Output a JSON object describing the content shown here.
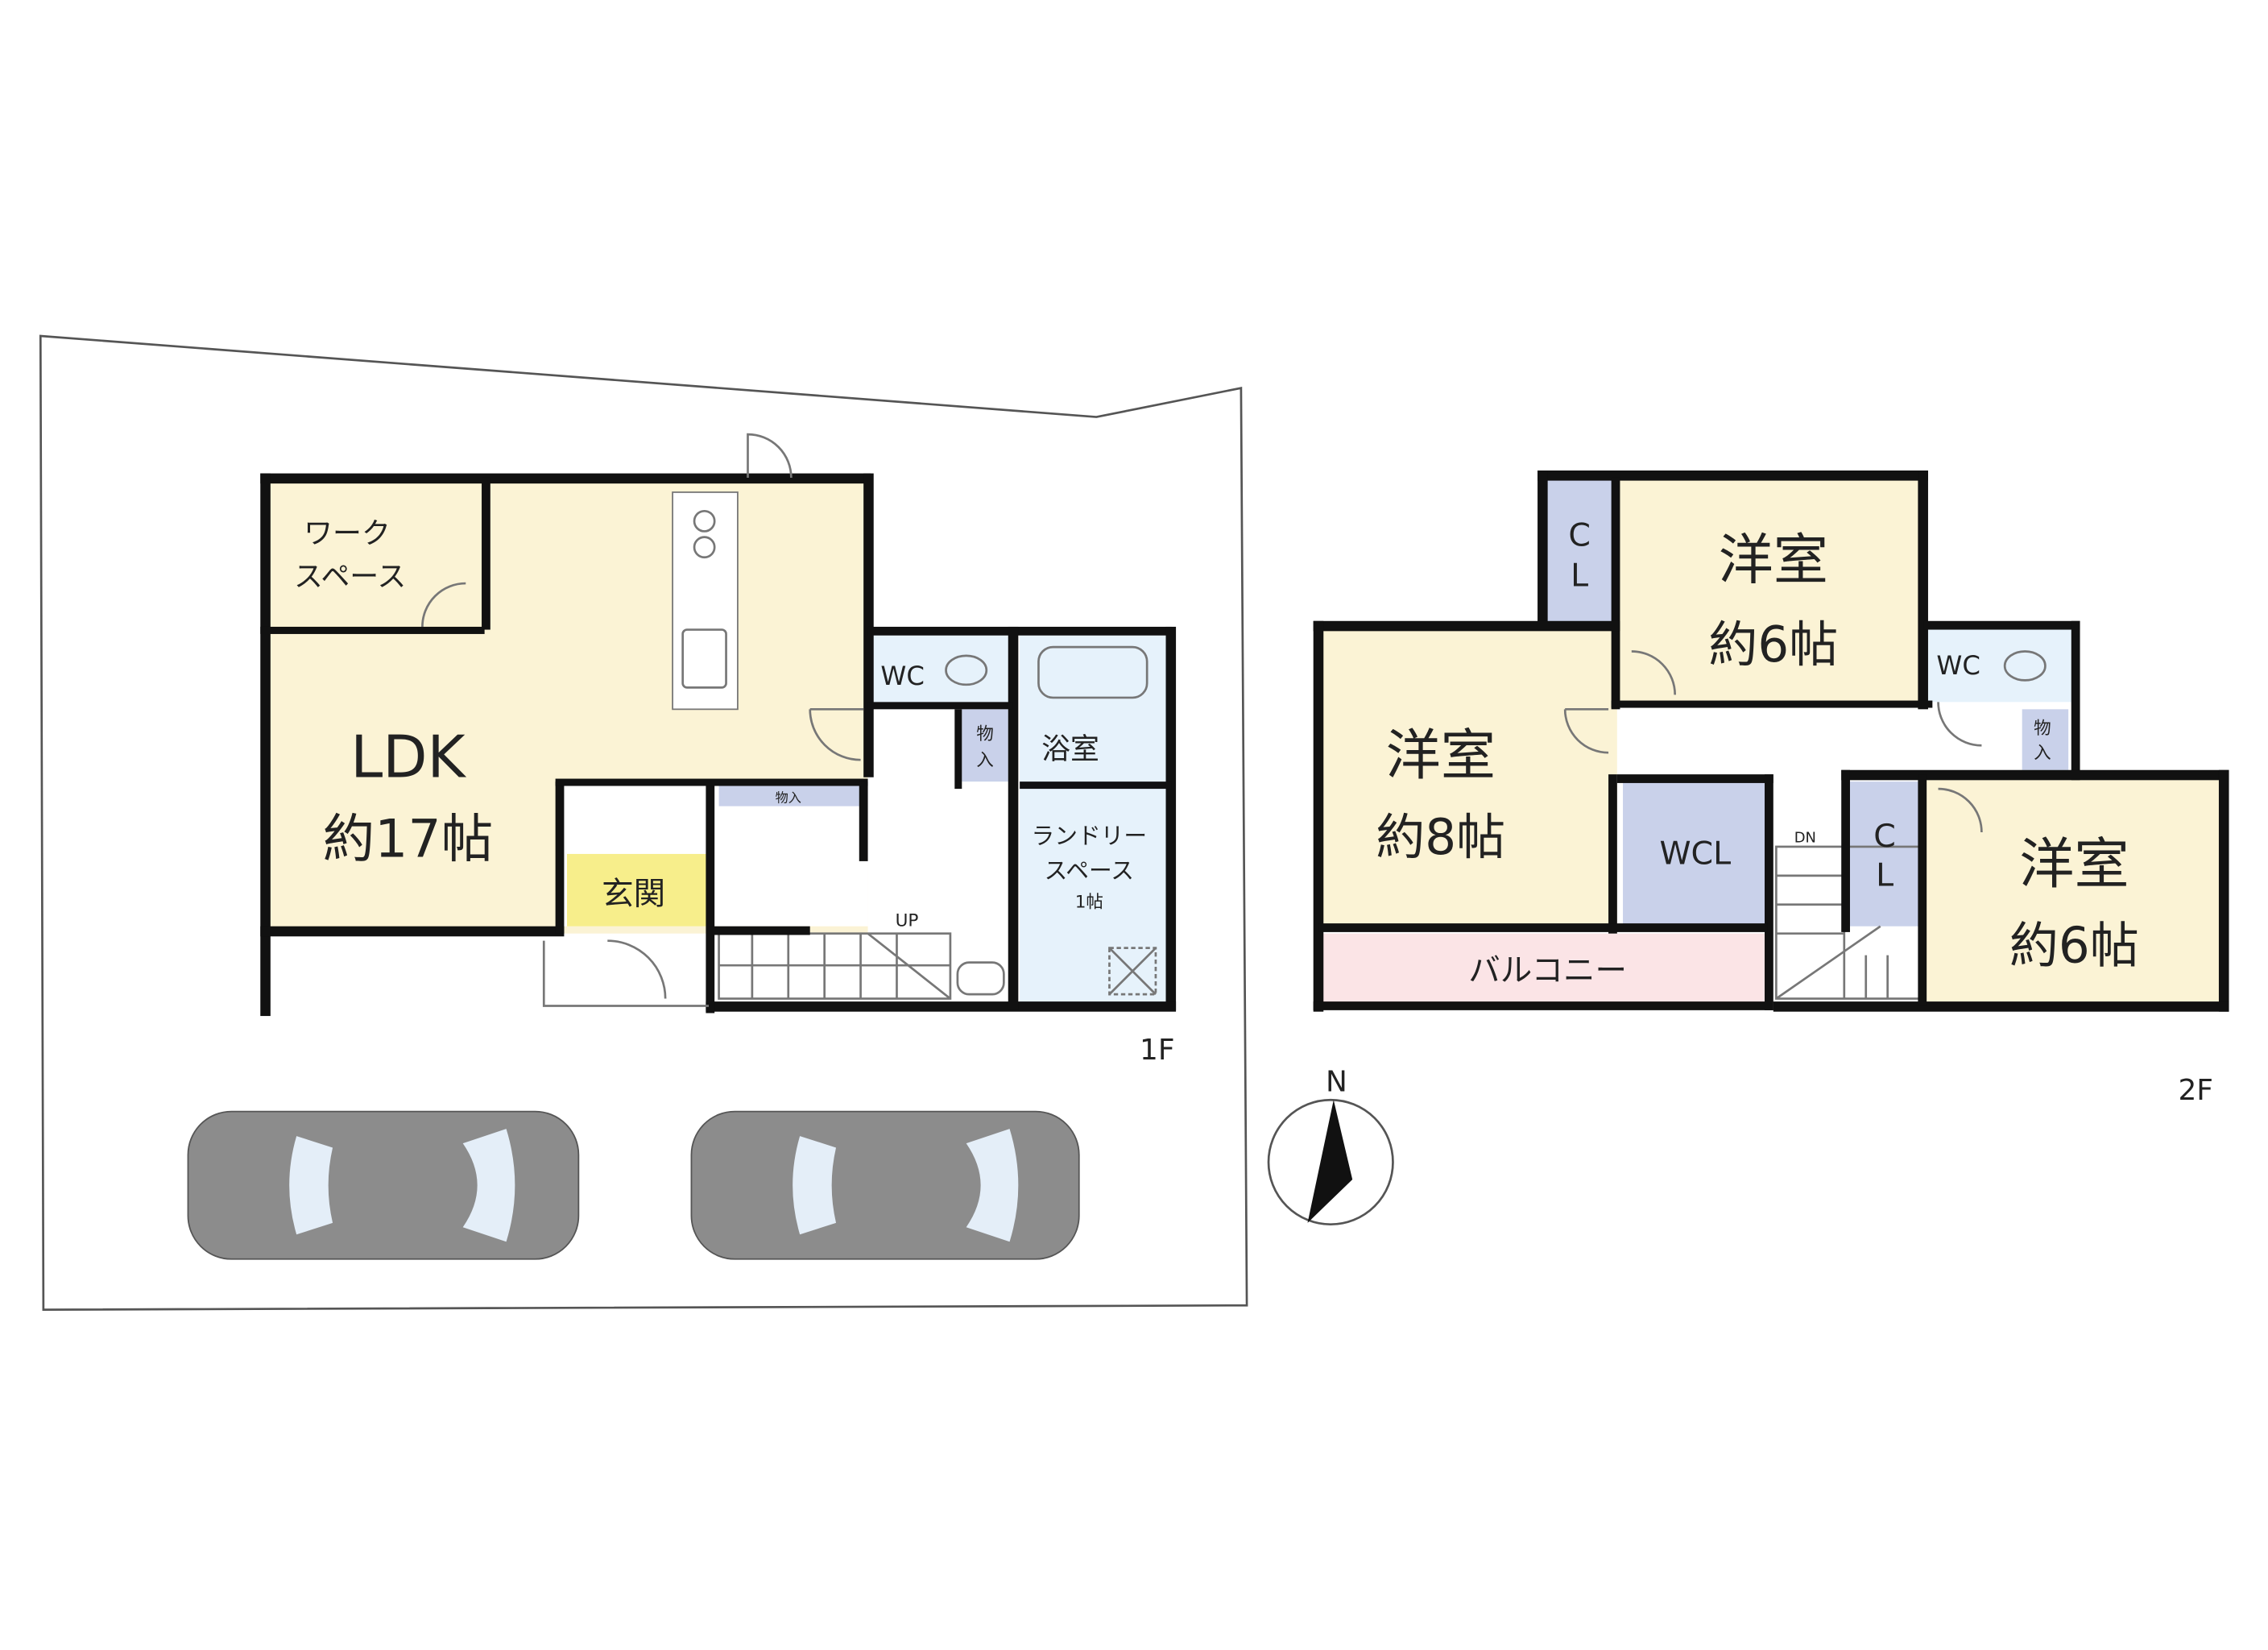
{
  "colors": {
    "ldk": "#fbf3d5",
    "wet": "#e6f2fb",
    "storage": "#c9d1ea",
    "entrance": "#f7ee8b",
    "balcony": "#fbe4e6",
    "car": "#8c8c8c",
    "glass": "#e4eef8"
  },
  "floor1": {
    "label": "1F",
    "work_space": [
      "ワーク",
      "スペース"
    ],
    "ldk": {
      "name": "LDK",
      "size": "約17帖"
    },
    "entrance": "玄関",
    "wc": "WC",
    "bath": "浴室",
    "storage_small": [
      "物",
      "入"
    ],
    "storage_hall": "物入",
    "laundry": [
      "ランドリー",
      "スペース",
      "1帖"
    ],
    "stairs": "UP"
  },
  "floor2": {
    "label": "2F",
    "room_north": {
      "name": "洋室",
      "size": "約6帖"
    },
    "room_west": {
      "name": "洋室",
      "size": "約8帖"
    },
    "room_east": {
      "name": "洋室",
      "size": "約6帖"
    },
    "closet": [
      "C",
      "L"
    ],
    "wcl": "WCL",
    "wc": "WC",
    "storage_small": [
      "物",
      "入"
    ],
    "balcony": "バルコニー",
    "stairs": "DN"
  },
  "compass": {
    "label": "N"
  }
}
